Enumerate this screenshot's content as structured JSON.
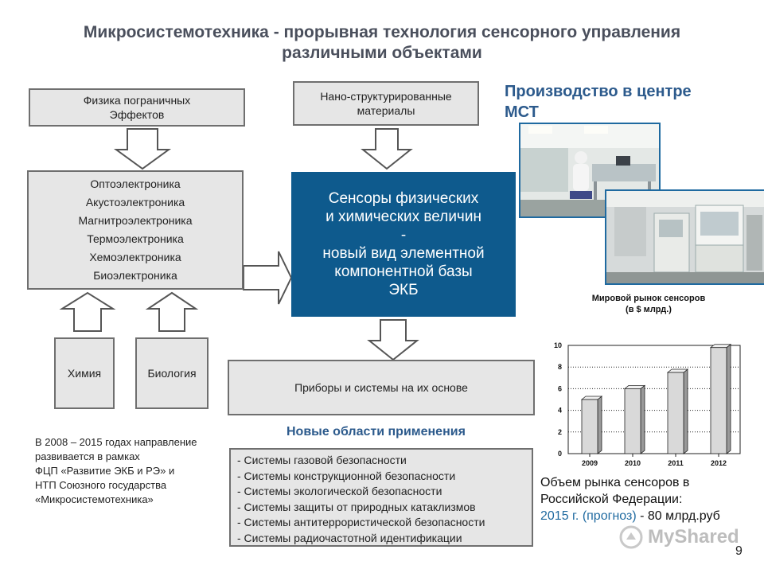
{
  "title": {
    "line1": "Микросистемотехника - прорывная технология сенсорного управления",
    "line2": "различными объектами"
  },
  "boxes": {
    "physics": [
      "Физика пограничных",
      "Эффектов"
    ],
    "nano": [
      "Нано-структурированные",
      "материалы"
    ],
    "electronics": [
      "Оптоэлектроника",
      "Акустоэлектроника",
      "Магнитроэлектроника",
      "Термоэлектроника",
      "Хемоэлектроника",
      "Биоэлектроника"
    ],
    "chemistry": "Химия",
    "biology": "Биология",
    "center": [
      "Сенсоры  физических",
      "и химических  величин",
      "-",
      "новый вид элементной",
      "компонентной базы",
      "ЭКБ"
    ],
    "devices": "Приборы  и системы на их основе"
  },
  "production": {
    "line1": "Производство в центре",
    "line2": "МСТ"
  },
  "new_areas": {
    "heading": "Новые области применения",
    "items": [
      "- Системы газовой безопасности",
      "- Системы конструкционной безопасности",
      "- Системы экологической безопасности",
      "- Системы защиты от природных катаклизмов",
      "- Системы антитеррористической безопасности",
      "- Системы радиочастотной идентификации"
    ]
  },
  "note": [
    "В 2008 – 2015 годах направление",
    "развивается в рамках",
    "ФЦП «Развитие ЭКБ и РЭ» и",
    "НТП Союзного государства",
    "«Микросистемотехника»"
  ],
  "chart_data": {
    "type": "bar",
    "title": "Мировой рынок сенсоров (в $ млрд.)",
    "categories": [
      "2009",
      "2010",
      "2011",
      "2012"
    ],
    "values": [
      5,
      6,
      7.5,
      9.8
    ],
    "yticks": [
      "0",
      "2",
      "4",
      "6",
      "8",
      "10"
    ],
    "ylim": [
      0,
      10
    ],
    "grid": true,
    "bar_color": "#d9d9d9"
  },
  "caption": {
    "line1": "Объем рынка сенсоров в",
    "line2": "Российской Федерации:",
    "highlight": "2015 г. (прогноз)",
    "rest": " - 80 млрд.руб"
  },
  "watermark": "MyShared",
  "page_number": "9",
  "colors": {
    "center_fill": "#0e5a8d",
    "heading": "#2c5a8c",
    "box_fill": "#e6e6e6"
  }
}
